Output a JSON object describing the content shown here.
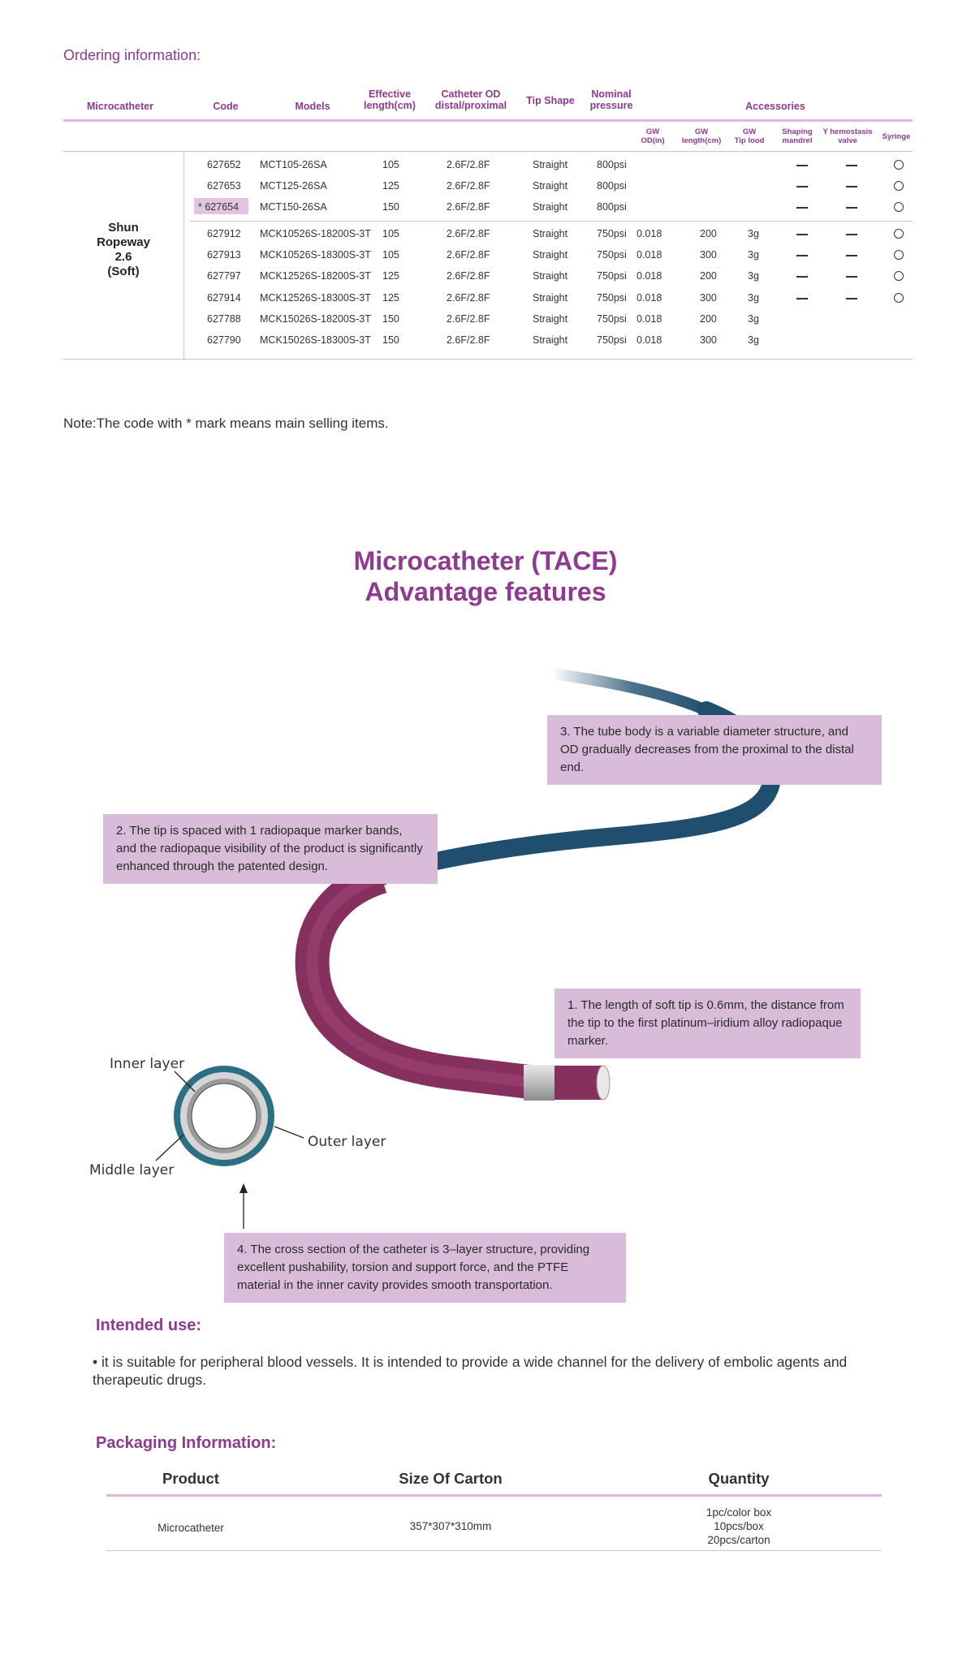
{
  "ordering": {
    "title": "Ordering information:",
    "headers": {
      "microcatheter": "Microcatheter",
      "code": "Code",
      "models": "Models",
      "effective_length": [
        "Effective",
        "length(cm)"
      ],
      "catheter_od": [
        "Catheter OD",
        "distal/proximal"
      ],
      "tip_shape": "Tip Shape",
      "nominal_pressure": [
        "Nominal",
        "pressure"
      ],
      "accessories": "Accessories"
    },
    "subheaders": {
      "gw_od": [
        "GW",
        "OD(in)"
      ],
      "gw_length": [
        "GW",
        "length(cm)"
      ],
      "gw_tip_load": [
        "GW",
        "Tip lood"
      ],
      "shaping_mandrel": [
        "Shaping",
        "mandrel"
      ],
      "y_hemostasis_valve": [
        "Y hemostasis",
        "valve"
      ],
      "syringe": "Syringe"
    },
    "group_name": [
      "Shun",
      "Ropeway",
      "2.6",
      "(Soft)"
    ],
    "rows": [
      {
        "code": "627652",
        "model": "MCT105-26SA",
        "length": "105",
        "od": "2.6F/2.8F",
        "tip": "Straight",
        "pressure": "800psi",
        "gw_od": "",
        "gw_len": "",
        "gw_load": "",
        "mandrel": true,
        "valve": true,
        "syringe": true
      },
      {
        "code": "627653",
        "model": "MCT125-26SA",
        "length": "125",
        "od": "2.6F/2.8F",
        "tip": "Straight",
        "pressure": "800psi",
        "gw_od": "",
        "gw_len": "",
        "gw_load": "",
        "mandrel": true,
        "valve": true,
        "syringe": true
      },
      {
        "code": "* 627654",
        "model": "MCT150-26SA",
        "length": "150",
        "od": "2.6F/2.8F",
        "tip": "Straight",
        "pressure": "800psi",
        "gw_od": "",
        "gw_len": "",
        "gw_load": "",
        "mandrel": true,
        "valve": true,
        "syringe": true
      },
      {
        "code": "627912",
        "model": "MCK10526S-18200S-3T",
        "length": "105",
        "od": "2.6F/2.8F",
        "tip": "Straight",
        "pressure": "750psi",
        "gw_od": "0.018",
        "gw_len": "200",
        "gw_load": "3g",
        "mandrel": true,
        "valve": true,
        "syringe": true
      },
      {
        "code": "627913",
        "model": "MCK10526S-18300S-3T",
        "length": "105",
        "od": "2.6F/2.8F",
        "tip": "Straight",
        "pressure": "750psi",
        "gw_od": "0.018",
        "gw_len": "300",
        "gw_load": "3g",
        "mandrel": true,
        "valve": true,
        "syringe": true
      },
      {
        "code": "627797",
        "model": "MCK12526S-18200S-3T",
        "length": "125",
        "od": "2.6F/2.8F",
        "tip": "Straight",
        "pressure": "750psi",
        "gw_od": "0.018",
        "gw_len": "200",
        "gw_load": "3g",
        "mandrel": true,
        "valve": true,
        "syringe": true
      },
      {
        "code": "627914",
        "model": "MCK12526S-18300S-3T",
        "length": "125",
        "od": "2.6F/2.8F",
        "tip": "Straight",
        "pressure": "750psi",
        "gw_od": "0.018",
        "gw_len": "300",
        "gw_load": "3g",
        "mandrel": true,
        "valve": true,
        "syringe": true
      },
      {
        "code": "627788",
        "model": "MCK15026S-18200S-3T",
        "length": "150",
        "od": "2.6F/2.8F",
        "tip": "Straight",
        "pressure": "750psi",
        "gw_od": "0.018",
        "gw_len": "200",
        "gw_load": "3g",
        "mandrel": false,
        "valve": false,
        "syringe": false
      },
      {
        "code": "627790",
        "model": "MCK15026S-18300S-3T",
        "length": "150",
        "od": "2.6F/2.8F",
        "tip": "Straight",
        "pressure": "750psi",
        "gw_od": "0.018",
        "gw_len": "300",
        "gw_load": "3g",
        "mandrel": false,
        "valve": false,
        "syringe": false
      }
    ],
    "note": "Note:The code with * mark means main selling items."
  },
  "features": {
    "title_line1": "Microcatheter (TACE)",
    "title_line2": "Advantage features",
    "callout1": "1. The length of soft tip is 0.6mm, the distance from the tip to the first platinum–iridium alloy radiopaque marker.",
    "callout2": "2. The tip is spaced with 1 radiopaque marker bands, and the radiopaque visibility of the product is significantly enhanced through the patented design.",
    "callout3": "3. The tube body is a variable diameter structure, and OD gradually decreases from the proximal to the distal end.",
    "callout4": "4. The cross section of the catheter is 3–layer structure, providing excellent pushability, torsion and support force, and the PTFE material in the inner cavity provides smooth transportation.",
    "inner_layer": "Inner layer",
    "middle_layer": "Middle layer",
    "outer_layer": "Outer layer",
    "colors": {
      "proximal": "#1f4e6e",
      "distal": "#86305f",
      "callout_bg": "#d9bcd9",
      "ring_outer": "#2c6f83"
    }
  },
  "intended_use": {
    "title": "Intended use",
    "colon": ":",
    "text": "• it is suitable for peripheral blood vessels. It is intended to provide a wide channel for the delivery of embolic agents and therapeutic drugs."
  },
  "packaging": {
    "title": "Packaging Information:",
    "headers": [
      "Product",
      "Size Of Carton",
      "Quantity"
    ],
    "product": "Microcatheter",
    "size": "357*307*310mm",
    "quantity": [
      "1pc/color box",
      "10pcs/box",
      "20pcs/carton"
    ]
  },
  "theme": {
    "accent": "#8e3a8f",
    "rule": "#d9b8da",
    "highlight": "#e2c3e0"
  }
}
